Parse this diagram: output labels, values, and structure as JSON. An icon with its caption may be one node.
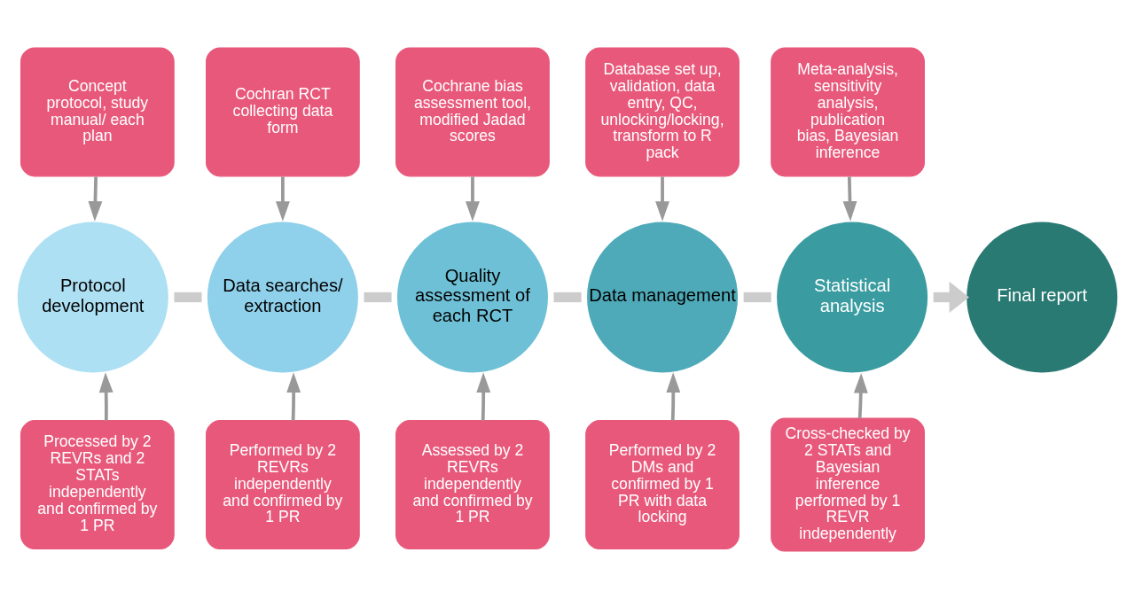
{
  "diagram": {
    "nodes": [
      {
        "text": [
          "Concept protocol, study manual/ each plan"
        ]
      },
      {
        "text": [
          "Cochran RCT collecting data form"
        ]
      },
      {
        "text": [
          "Cochrane bias assessment tool, modified Jadad scores"
        ]
      },
      {
        "text": [
          "Database set up, validation, data entry, QC, unlocking/locking, transform to R pack"
        ]
      },
      {
        "text": [
          "Meta-analysis, sensitivity analysis, publication bias, Bayesian inference"
        ]
      },
      {
        "text": [
          "Protocol development"
        ]
      },
      {
        "text": [
          "Data searches/ extraction"
        ]
      },
      {
        "text": [
          "Quality assessment of each RCT"
        ]
      },
      {
        "text": [
          "Data management"
        ]
      },
      {
        "text": [
          "Statistical analysis"
        ]
      },
      {
        "text": [
          "Final report"
        ]
      },
      {
        "text": [
          "Processed by 2 REVRs and 2 STATs independently and confirmed by 1 PR"
        ]
      },
      {
        "text": [
          "Performed by 2 REVRs independently and confirmed by 1 PR"
        ]
      },
      {
        "text": [
          "Assessed by 2 REVRs independently and confirmed by 1 PR"
        ]
      },
      {
        "text": [
          "Performed by 2 DMs and confirmed by 1 PR with data locking"
        ]
      },
      {
        "text": [
          "Cross-checked by 2 STATs and Bayesian inference performed by 1 REVR independently"
        ]
      }
    ],
    "edges": [
      {
        "from": 0,
        "to": 5,
        "arrow": "to"
      },
      {
        "from": 1,
        "to": 6,
        "arrow": "to"
      },
      {
        "from": 2,
        "to": 7,
        "arrow": "to"
      },
      {
        "from": 3,
        "to": 8,
        "arrow": "to"
      },
      {
        "from": 4,
        "to": 9,
        "arrow": "to"
      },
      {
        "from": 5,
        "to": 6,
        "arrow": "none",
        "style": "thick"
      },
      {
        "from": 6,
        "to": 7,
        "arrow": "none",
        "style": "thick"
      },
      {
        "from": 7,
        "to": 8,
        "arrow": "none",
        "style": "thick"
      },
      {
        "from": 8,
        "to": 9,
        "arrow": "none",
        "style": "thick"
      },
      {
        "from": 9,
        "to": 10,
        "arrow": "to",
        "style": "thick"
      },
      {
        "from": 11,
        "to": 5,
        "arrow": "to"
      },
      {
        "from": 12,
        "to": 6,
        "arrow": "to"
      },
      {
        "from": 13,
        "to": 7,
        "arrow": "to"
      },
      {
        "from": 14,
        "to": 8,
        "arrow": "to"
      },
      {
        "from": 15,
        "to": 9,
        "arrow": "to"
      }
    ]
  }
}
